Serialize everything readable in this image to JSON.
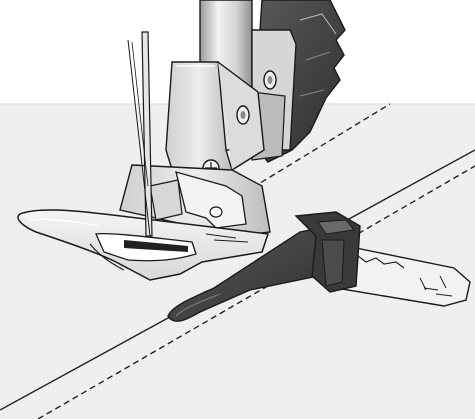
{
  "colors": {
    "background": "#ffffff",
    "fabric": "#efeff0",
    "metal_light": "#e8e8e8",
    "metal_mid": "#c9c9c9",
    "metal_dark": "#8a8a8a",
    "guide_dark": "#3a3a3a",
    "outline": "#1a1a1a"
  },
  "icons": [
    "presser-foot",
    "needle",
    "edge-guide",
    "screw"
  ]
}
